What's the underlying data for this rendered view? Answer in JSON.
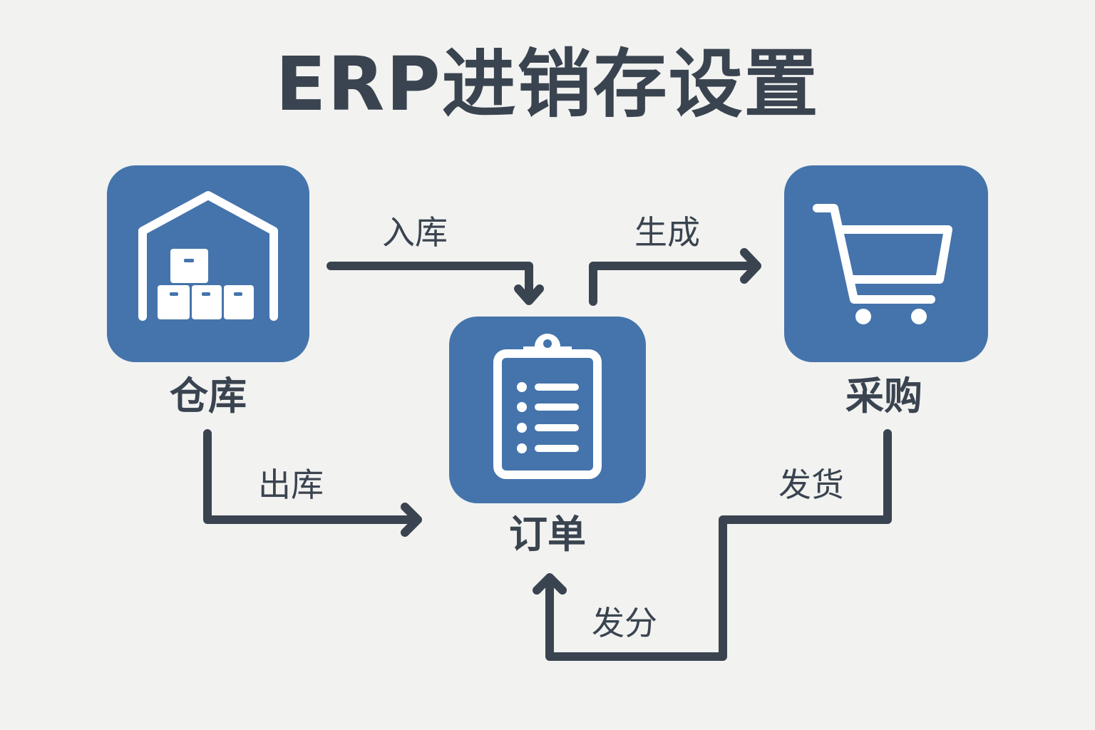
{
  "title": "ERP进销存设置",
  "nodes": {
    "warehouse": {
      "label": "仓库",
      "icon": "warehouse-icon"
    },
    "order": {
      "label": "订单",
      "icon": "clipboard-list-icon"
    },
    "purchase": {
      "label": "采购",
      "icon": "shopping-cart-icon"
    }
  },
  "edges": {
    "inbound": {
      "label": "入库",
      "from": "仓库",
      "to": "订单"
    },
    "generate": {
      "label": "生成",
      "from": "订单",
      "to": "采购"
    },
    "outbound": {
      "label": "出库",
      "from": "仓库",
      "to": "订单"
    },
    "ship": {
      "label": "发货",
      "from": "采购",
      "to": "订单"
    },
    "dispatch": {
      "label": "发分",
      "from": "采购",
      "to": "订单"
    }
  },
  "colors": {
    "background": "#f2f2f0",
    "node_fill": "#4474ab",
    "icon_color": "#ffffff",
    "text_and_arrows": "#3a4450"
  }
}
